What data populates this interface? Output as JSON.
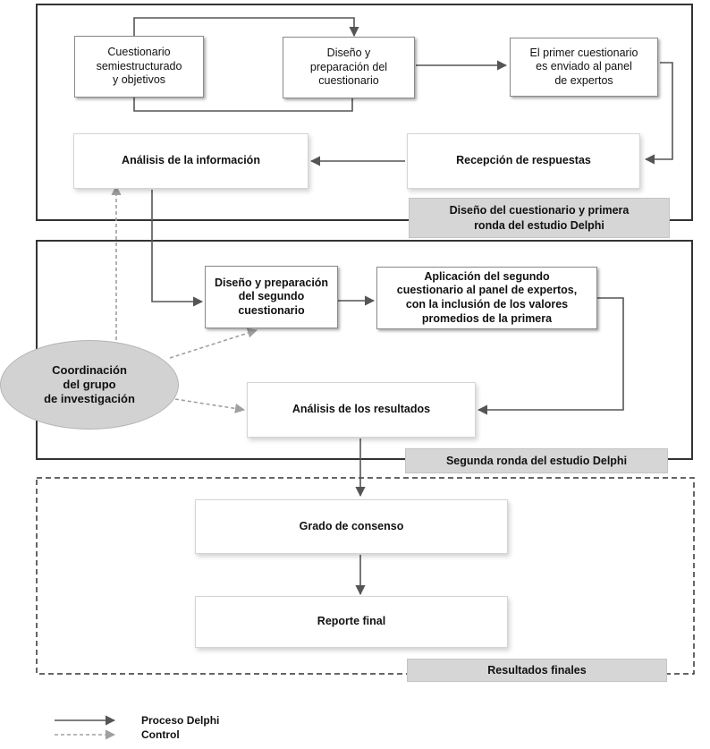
{
  "sections": {
    "round1": "Diseño del cuestionario y primera\nronda del estudio Delphi",
    "round2": "Segunda ronda del estudio Delphi",
    "final": "Resultados finales"
  },
  "nodes": {
    "cuestionario": "Cuestionario\nsemiestructurado\ny objetivos",
    "diseno": "Diseño y\npreparación del\ncuestionario",
    "envio": "El primer cuestionario\nes enviado al panel\nde expertos",
    "recepcion": "Recepción de respuestas",
    "analisis_info": "Análisis de la información",
    "diseno2": "Diseño y preparación\ndel segundo\ncuestionario",
    "aplicacion2": "Aplicación del segundo\ncuestionario al panel de expertos,\ncon la inclusión de los valores\npromedios de la primera",
    "analisis_res": "Análisis de los resultados",
    "consenso": "Grado de consenso",
    "reporte": "Reporte final",
    "coordinacion": "Coordinación\ndel grupo\nde investigación"
  },
  "legend": {
    "process": "Proceso Delphi",
    "control": "Control"
  },
  "colors": {
    "frame": "#333333",
    "arrow": "#555555",
    "control_arrow": "#a0a0a0",
    "section_tag": "#d6d6d6",
    "ellipse": "#d2d2d2"
  }
}
